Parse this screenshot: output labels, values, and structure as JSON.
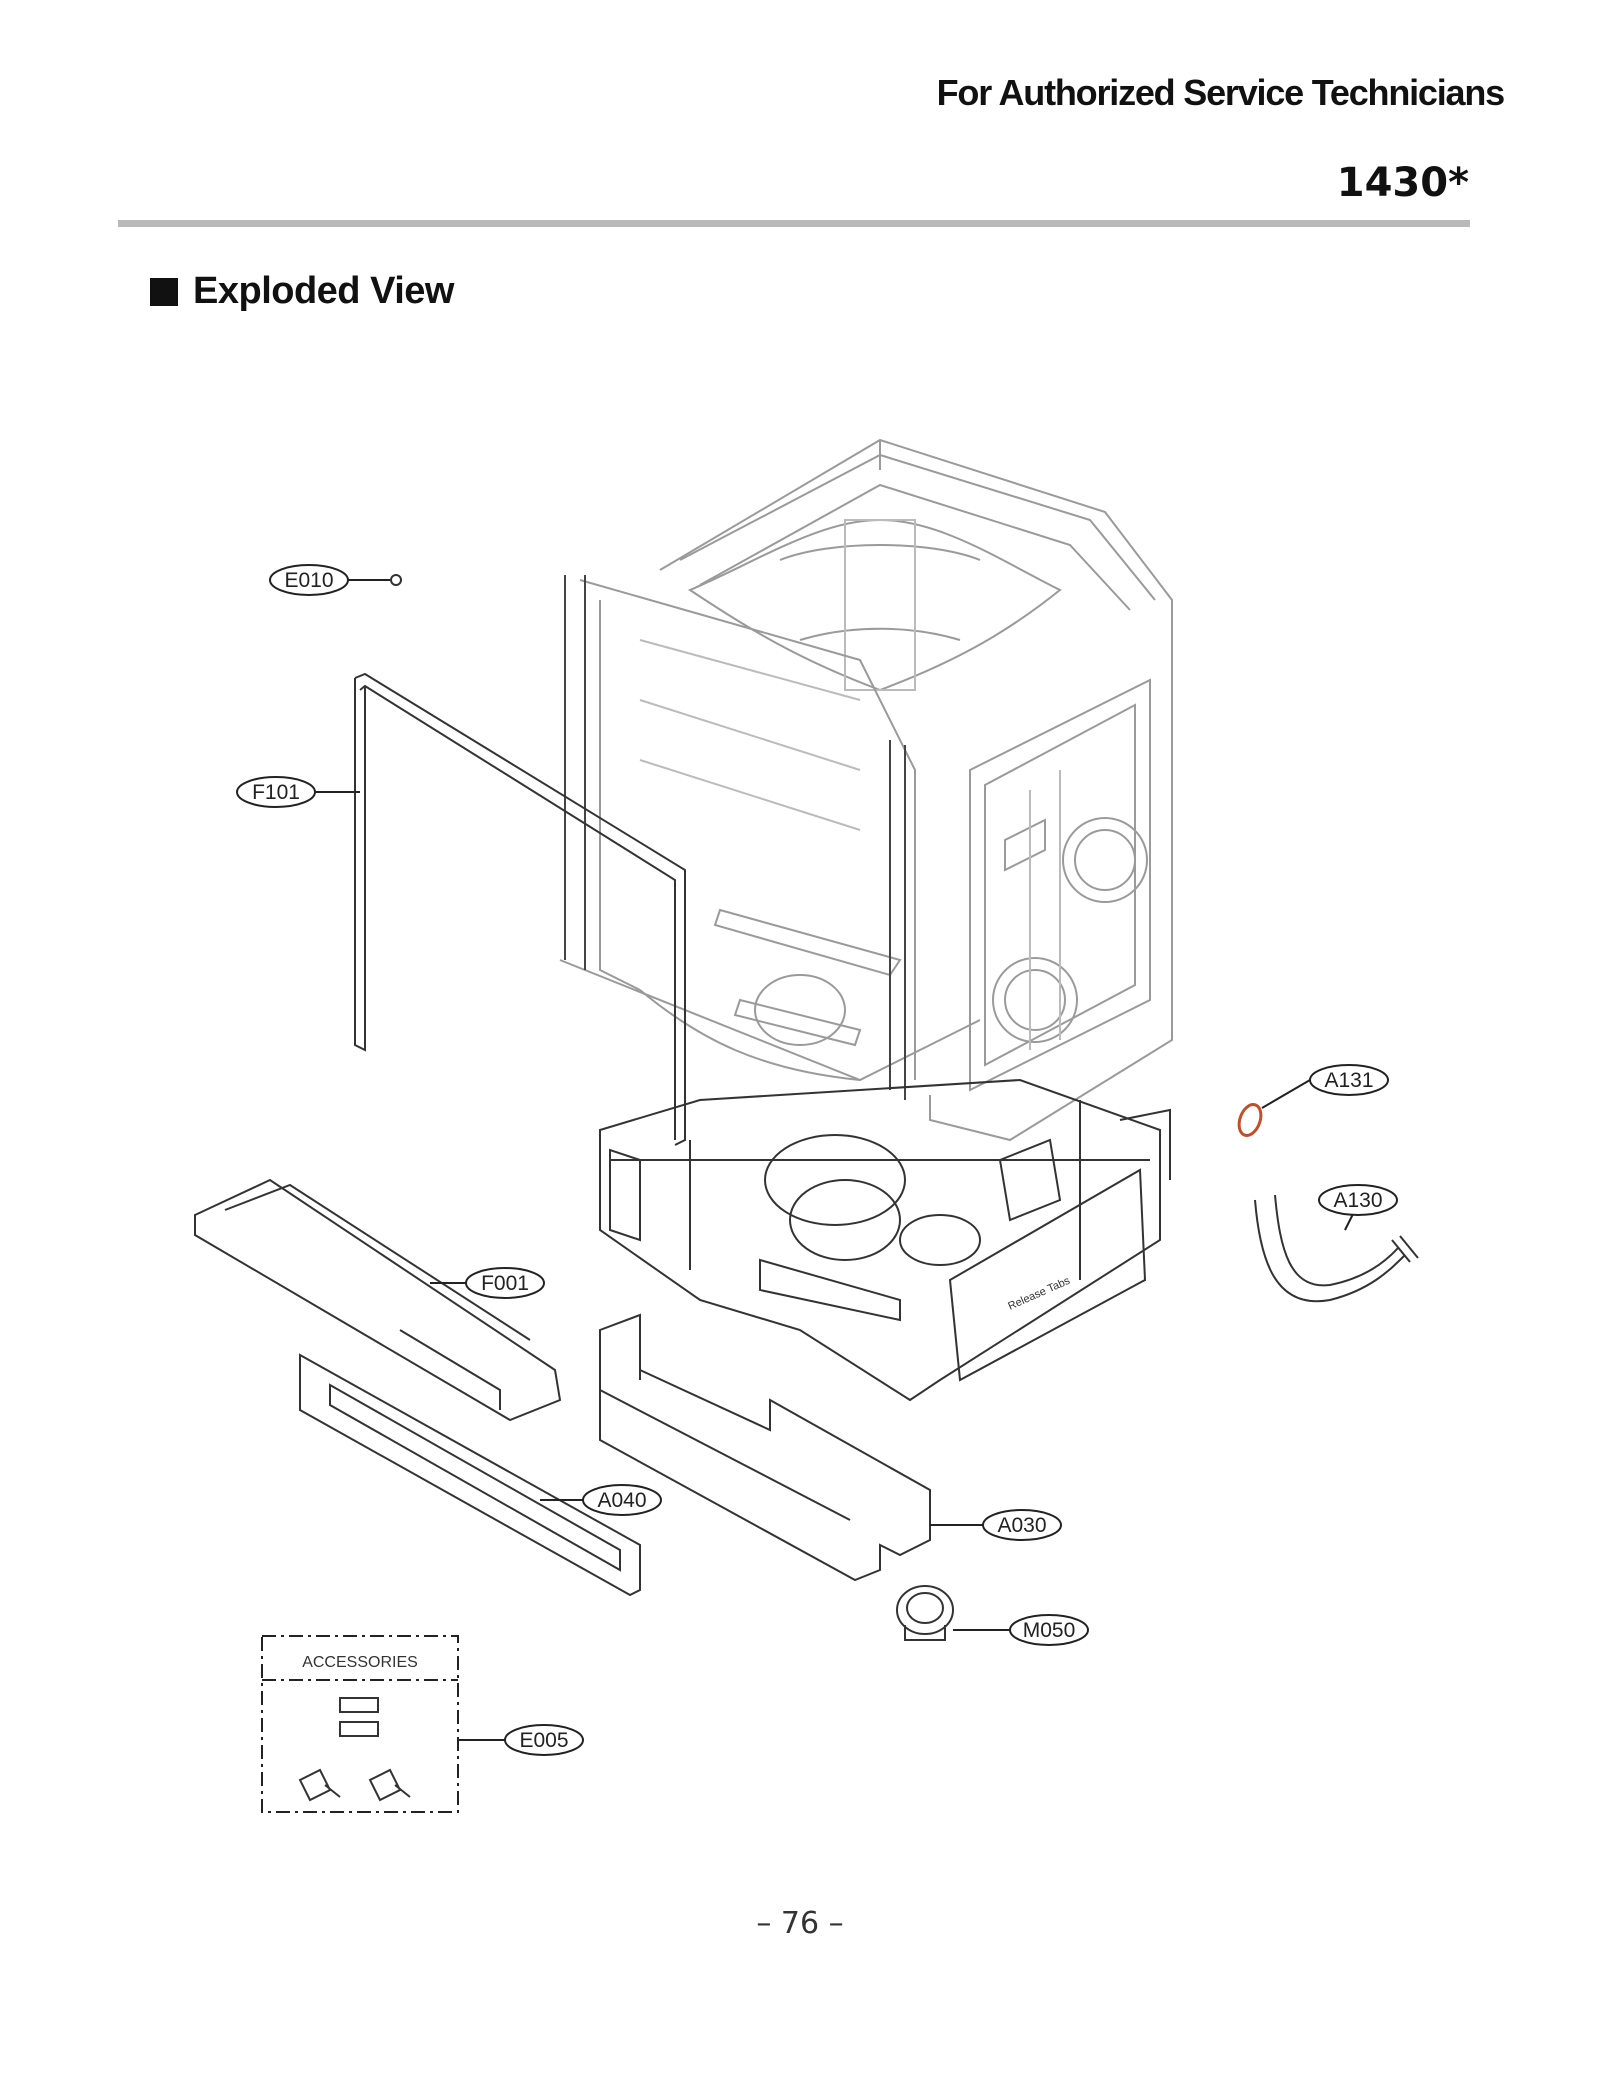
{
  "header": {
    "title": "For Authorized Service Technicians",
    "model": "1430*"
  },
  "section": {
    "title": "Exploded View"
  },
  "callouts": {
    "E010": "E010",
    "F101": "F101",
    "F001": "F001",
    "A040": "A040",
    "A030": "A030",
    "M050": "M050",
    "E005": "E005",
    "A131": "A131",
    "A130": "A130"
  },
  "accessories": {
    "label": "ACCESSORIES"
  },
  "footer": {
    "page": "– 76 –"
  },
  "colors": {
    "rule": "#b9b9b9",
    "line": "#2a2a2a",
    "faint": "#9a9a9a",
    "oring": "#c0502a"
  }
}
